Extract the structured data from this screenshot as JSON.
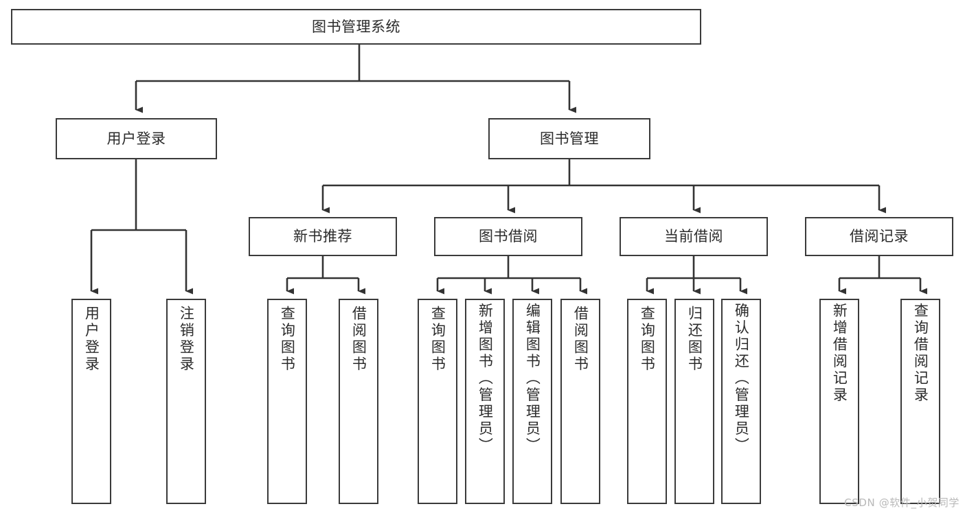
{
  "diagram": {
    "type": "tree-hierarchy-chart",
    "title_node": {
      "id": "root",
      "label": "图书管理系统",
      "orientation": "horizontal"
    },
    "level2": [
      {
        "id": "user-login",
        "label": "用户登录",
        "orientation": "horizontal"
      },
      {
        "id": "book-manage",
        "label": "图书管理",
        "orientation": "horizontal"
      }
    ],
    "level3": [
      {
        "id": "new-book-recommend",
        "label": "新书推荐",
        "orientation": "horizontal",
        "parent": "book-manage"
      },
      {
        "id": "book-borrow",
        "label": "图书借阅",
        "orientation": "horizontal",
        "parent": "book-manage"
      },
      {
        "id": "current-borrow",
        "label": "当前借阅",
        "orientation": "horizontal",
        "parent": "book-manage"
      },
      {
        "id": "borrow-record",
        "label": "借阅记录",
        "orientation": "horizontal",
        "parent": "book-manage"
      }
    ],
    "leaves": [
      {
        "id": "leaf-user-login",
        "label": "用户登录",
        "parent": "user-login",
        "orientation": "vertical"
      },
      {
        "id": "leaf-logout-login",
        "label": "注销登录",
        "parent": "user-login",
        "orientation": "vertical"
      },
      {
        "id": "leaf-query-book-1",
        "label": "查询图书",
        "parent": "new-book-recommend",
        "orientation": "vertical"
      },
      {
        "id": "leaf-borrow-book-1",
        "label": "借阅图书",
        "parent": "new-book-recommend",
        "orientation": "vertical"
      },
      {
        "id": "leaf-query-book-2",
        "label": "查询图书",
        "parent": "book-borrow",
        "orientation": "vertical"
      },
      {
        "id": "leaf-add-book",
        "label": "新增图书（管理员）",
        "parent": "book-borrow",
        "orientation": "vertical"
      },
      {
        "id": "leaf-edit-book",
        "label": "编辑图书（管理员）",
        "parent": "book-borrow",
        "orientation": "vertical"
      },
      {
        "id": "leaf-borrow-book-2",
        "label": "借阅图书",
        "parent": "book-borrow",
        "orientation": "vertical"
      },
      {
        "id": "leaf-query-book-3",
        "label": "查询图书",
        "parent": "current-borrow",
        "orientation": "vertical"
      },
      {
        "id": "leaf-return-book",
        "label": "归还图书",
        "parent": "current-borrow",
        "orientation": "vertical"
      },
      {
        "id": "leaf-confirm-return",
        "label": "确认归还（管理员）",
        "parent": "current-borrow",
        "orientation": "vertical"
      },
      {
        "id": "leaf-add-record",
        "label": "新增借阅记录",
        "parent": "borrow-record",
        "orientation": "vertical"
      },
      {
        "id": "leaf-query-record",
        "label": "查询借阅记录",
        "parent": "borrow-record",
        "orientation": "vertical"
      }
    ]
  },
  "watermark": {
    "text": "CSDN @软件_小贺同学"
  },
  "colors": {
    "box_border": "#3a3a3a",
    "box_fill": "#ffffff",
    "connector": "#333333",
    "text": "#2b2b2b",
    "watermark": "#b9b9b9",
    "background": "#ffffff"
  }
}
